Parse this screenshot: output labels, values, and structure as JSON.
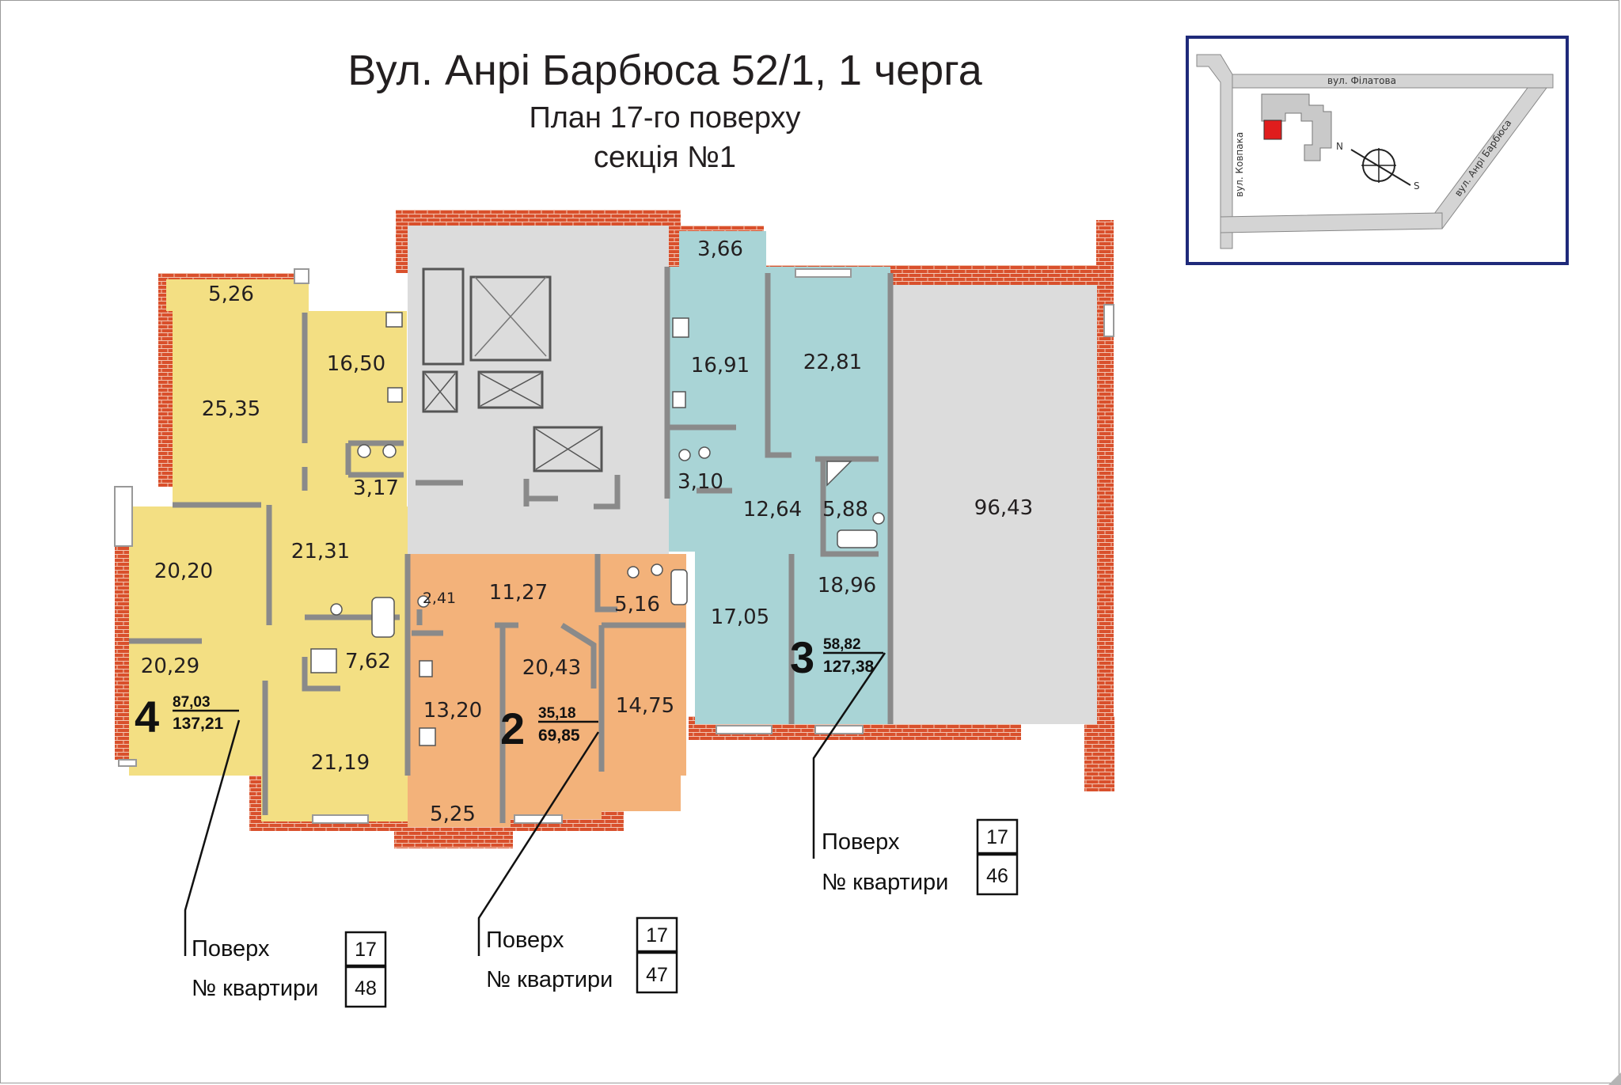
{
  "title": {
    "line1": "Вул. Анрі Барбюса 52/1, 1 черга",
    "line2": "План 17-го поверху",
    "line3": "секція №1"
  },
  "colors": {
    "brick": "#d9502c",
    "apt4": "#f3df83",
    "apt2": "#f3b27a",
    "apt3": "#a9d4d6",
    "core": "#dcdcdc",
    "commercial": "#dcdcdc",
    "map_border": "#1f2a7a",
    "map_building": "#e01d1d"
  },
  "rooms": {
    "a4_balcony_top": "5,26",
    "a4_room_big": "25,35",
    "a4_kitchen": "16,50",
    "a4_wc": "3,17",
    "a4_hall": "21,31",
    "a4_room_left": "20,20",
    "a4_room_lower_left": "20,29",
    "a4_bath": "7,62",
    "a4_room_bottom": "21,19",
    "a2_small": "2,41",
    "a2_hall": "11,27",
    "a2_bath": "5,16",
    "a2_kitchen": "13,20",
    "a2_room": "20,43",
    "a2_room_right": "14,75",
    "a2_balcony": "5,25",
    "a3_balcony": "3,66",
    "a3_kitchen": "16,91",
    "a3_room_top": "22,81",
    "a3_wc": "3,10",
    "a3_hall": "12,64",
    "a3_bath": "5,88",
    "a3_room_mid": "18,96",
    "a3_room_left": "17,05",
    "commercial": "96,43"
  },
  "apartments": {
    "a4": {
      "number": "4",
      "living": "87,03",
      "total": "137,21"
    },
    "a2": {
      "number": "2",
      "living": "35,18",
      "total": "69,85"
    },
    "a3": {
      "number": "3",
      "living": "58,82",
      "total": "127,38"
    }
  },
  "legends": {
    "a4": {
      "floor_label": "Поверх",
      "floor": "17",
      "apt_label": "№ квартири",
      "apt": "48"
    },
    "a2": {
      "floor_label": "Поверх",
      "floor": "17",
      "apt_label": "№ квартири",
      "apt": "47"
    },
    "a3": {
      "floor_label": "Поверх",
      "floor": "17",
      "apt_label": "№ квартири",
      "apt": "46"
    }
  },
  "map": {
    "street_top": "вул. Філатова",
    "street_left": "вул. Ковпака",
    "street_right": "вул. Анрі Барбюса",
    "north": "N",
    "south": "S",
    "compass_icon": "compass-icon"
  }
}
